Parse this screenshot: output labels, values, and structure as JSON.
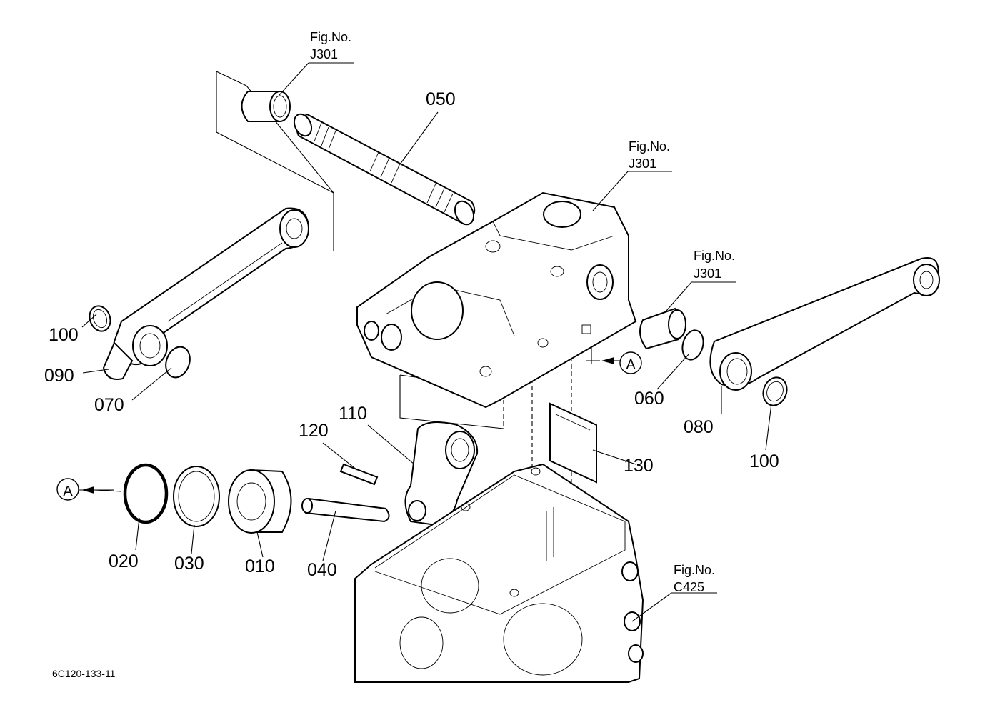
{
  "parts": {
    "p050": "050",
    "p100_left": "100",
    "p090": "090",
    "p070": "070",
    "p110": "110",
    "p120": "120",
    "p130": "130",
    "p060": "060",
    "p080": "080",
    "p100_right": "100",
    "p020": "020",
    "p030": "030",
    "p010": "010",
    "p040": "040"
  },
  "figure_refs": [
    {
      "label": "Fig.No.",
      "number": "J301"
    },
    {
      "label": "Fig.No.",
      "number": "J301"
    },
    {
      "label": "Fig.No.",
      "number": "J301"
    },
    {
      "label": "Fig.No.",
      "number": "C425"
    }
  ],
  "view_markers": {
    "a_right": "A",
    "a_left": "A"
  },
  "drawing_code": "6C120-133-11"
}
